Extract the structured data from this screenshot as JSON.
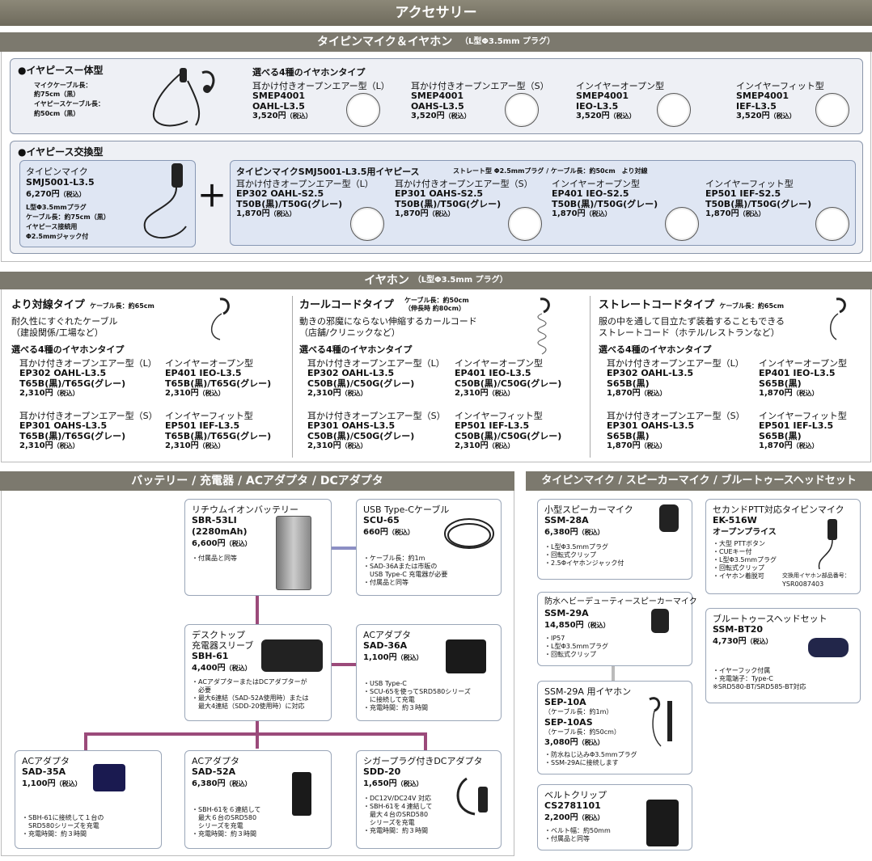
{
  "title": "アクセサリー",
  "sec1": {
    "title": "タイピンマイク＆イヤホン",
    "sub": "（L型Φ3.5mm プラグ）",
    "ittai": {
      "head": "●イヤピースー体型",
      "l1": "マイクケーブル長：",
      "l2": "約75cm（黒）",
      "l3": "イヤピースケーブル長：",
      "l4": "約50cm（黒）"
    },
    "choose": "選べる4種のイヤホンタイプ",
    "items": [
      {
        "type": "耳かけ付きオープンエアー型（L）",
        "m1": "SMEP4001",
        "m2": "OAHL-L3.5",
        "price": "3,520円",
        "tax": "（税込）"
      },
      {
        "type": "耳かけ付きオープンエアー型（S）",
        "m1": "SMEP4001",
        "m2": "OAHS-L3.5",
        "price": "3,520円",
        "tax": "（税込）"
      },
      {
        "type": "インイヤーオープン型",
        "m1": "SMEP4001",
        "m2": "IEO-L3.5",
        "price": "3,520円",
        "tax": "（税込）"
      },
      {
        "type": "インイヤーフィット型",
        "m1": "SMEP4001",
        "m2": "IEF-L3.5",
        "price": "3,520円",
        "tax": "（税込）"
      }
    ],
    "koukan": {
      "head": "●イヤピース交換型",
      "cat": "タイピンマイク",
      "model": "SMJ5001-L3.5",
      "price": "6,270円",
      "tax": "（税込）",
      "n1": "L型Φ3.5mmプラグ",
      "n2": "ケーブル長：約75cm（黒）",
      "n3": "イヤピース接続用",
      "n4": "Φ2.5mmジャック付",
      "plus": "＋",
      "rtitle": "タイピンマイクSMJ5001-L3.5用イヤピース",
      "rsub": "ストレート型 Φ2.5mmプラグ / ケーブル長：約50cm　より対線",
      "items": [
        {
          "type": "耳かけ付きオープンエアー型（L）",
          "m1": "EP302 OAHL-S2.5",
          "m2": "T50B(黒)/T50G(グレー)",
          "price": "1,870円",
          "tax": "（税込）"
        },
        {
          "type": "耳かけ付きオープンエアー型（S）",
          "m1": "EP301 OAHS-S2.5",
          "m2": "T50B(黒)/T50G(グレー)",
          "price": "1,870円",
          "tax": "（税込）"
        },
        {
          "type": "インイヤーオープン型",
          "m1": "EP401 IEO-S2.5",
          "m2": "T50B(黒)/T50G(グレー)",
          "price": "1,870円",
          "tax": "（税込）"
        },
        {
          "type": "インイヤーフィット型",
          "m1": "EP501 IEF-S2.5",
          "m2": "T50B(黒)/T50G(グレー)",
          "price": "1,870円",
          "tax": "（税込）"
        }
      ]
    }
  },
  "sec2": {
    "title": "イヤホン",
    "sub": "（L型Φ3.5mm プラグ）",
    "cols": [
      {
        "name": "より対線タイプ",
        "cable": "ケーブル長：約65cm",
        "d1": "耐久性にすぐれたケーブル",
        "d2": "（建設関係/工場など）",
        "choose": "選べる4種のイヤホンタイプ",
        "items": [
          {
            "type": "耳かけ付きオープンエアー型（L）",
            "m1": "EP302 OAHL-L3.5",
            "m2": "T65B(黒)/T65G(グレー)",
            "price": "2,310円",
            "tax": "（税込）"
          },
          {
            "type": "インイヤーオープン型",
            "m1": "EP401 IEO-L3.5",
            "m2": "T65B(黒)/T65G(グレー)",
            "price": "2,310円",
            "tax": "（税込）"
          },
          {
            "type": "耳かけ付きオープンエアー型（S）",
            "m1": "EP301 OAHS-L3.5",
            "m2": "T65B(黒)/T65G(グレー)",
            "price": "2,310円",
            "tax": "（税込）"
          },
          {
            "type": "インイヤーフィット型",
            "m1": "EP501 IEF-L3.5",
            "m2": "T65B(黒)/T65G(グレー)",
            "price": "2,310円",
            "tax": "（税込）"
          }
        ]
      },
      {
        "name": "カールコードタイプ",
        "cable": "ケーブル長：約50cm",
        "cable2": "（伸長時 約80cm）",
        "d1": "動きの邪魔にならない伸縮するカールコード",
        "d2": "（店舗/クリニックなど）",
        "choose": "選べる4種のイヤホンタイプ",
        "items": [
          {
            "type": "耳かけ付きオープンエアー型（L）",
            "m1": "EP302 OAHL-L3.5",
            "m2": "C50B(黒)/C50G(グレー)",
            "price": "2,310円",
            "tax": "（税込）"
          },
          {
            "type": "インイヤーオープン型",
            "m1": "EP401 IEO-L3.5",
            "m2": "C50B(黒)/C50G(グレー)",
            "price": "2,310円",
            "tax": "（税込）"
          },
          {
            "type": "耳かけ付きオープンエアー型（S）",
            "m1": "EP301 OAHS-L3.5",
            "m2": "C50B(黒)/C50G(グレー)",
            "price": "2,310円",
            "tax": "（税込）"
          },
          {
            "type": "インイヤーフィット型",
            "m1": "EP501 IEF-L3.5",
            "m2": "C50B(黒)/C50G(グレー)",
            "price": "2,310円",
            "tax": "（税込）"
          }
        ]
      },
      {
        "name": "ストレートコードタイプ",
        "cable": "ケーブル長：約65cm",
        "d1": "服の中を通して目立たず装着することもできる",
        "d2": "ストレートコード（ホテル/レストランなど）",
        "choose": "選べる4種のイヤホンタイプ",
        "items": [
          {
            "type": "耳かけ付きオープンエアー型（L）",
            "m1": "EP302 OAHL-L3.5",
            "m2": "S65B(黒)",
            "price": "1,870円",
            "tax": "（税込）"
          },
          {
            "type": "インイヤーオープン型",
            "m1": "EP401 IEO-L3.5",
            "m2": "S65B(黒)",
            "price": "1,870円",
            "tax": "（税込）"
          },
          {
            "type": "耳かけ付きオープンエアー型（S）",
            "m1": "EP301 OAHS-L3.5",
            "m2": "S65B(黒)",
            "price": "1,870円",
            "tax": "（税込）"
          },
          {
            "type": "インイヤーフィット型",
            "m1": "EP501 IEF-L3.5",
            "m2": "S65B(黒)",
            "price": "1,870円",
            "tax": "（税込）"
          }
        ]
      }
    ]
  },
  "sec3": {
    "title": "バッテリー / 充電器 / ACアダプタ / DCアダプタ",
    "batt": {
      "cat": "リチウムイオンバッテリー",
      "m1": "SBR-53LI",
      "m2": "(2280mAh)",
      "price": "6,600円",
      "tax": "（税込）",
      "note": "・付属品と同等"
    },
    "usb": {
      "cat": "USB Type-Cケーブル",
      "m1": "SCU-65",
      "price": "660円",
      "tax": "（税込）",
      "note": "・ケーブル長：約1m\n・SAD-36Aまたは市販の\n　USB Type-C 充電器が必要\n・付属品と同等"
    },
    "desk": {
      "cat": "デスクトップ",
      "cat2": "充電器スリーブ",
      "m1": "SBH-61",
      "price": "4,400円",
      "tax": "（税込）",
      "note": "・ACアダプターまたはDCアダプターが\n　必要\n・最大6連結（SAD-52A使用時）または\n　最大4連結（SDD-20使用時）に対応"
    },
    "ac36": {
      "cat": "ACアダプタ",
      "m1": "SAD-36A",
      "price": "1,100円",
      "tax": "（税込）",
      "note": "・USB Type-C\n・SCU-65を使ってSRD580シリーズ\n　に接続して充電\n・充電時間：約３時間"
    },
    "ac35": {
      "cat": "ACアダプタ",
      "m1": "SAD-35A",
      "price": "1,100円",
      "tax": "（税込）",
      "note": "・SBH-61に接続して１台の\n　SRD580シリーズを充電\n・充電時間：約３時間"
    },
    "ac52": {
      "cat": "ACアダプタ",
      "m1": "SAD-52A",
      "price": "6,380円",
      "tax": "（税込）",
      "note": "・SBH-61を６連結して\n　最大６台のSRD580\n　シリーズを充電\n・充電時間：約３時間"
    },
    "dc20": {
      "cat": "シガープラグ付きDCアダプタ",
      "m1": "SDD-20",
      "price": "1,650円",
      "tax": "（税込）",
      "note": "・DC12V/DC24V 対応\n・SBH-61を４連結して\n　最大４台のSRD580\n　シリーズを充電\n・充電時間：約３時間"
    }
  },
  "sec4": {
    "title": "タイピンマイク / スピーカーマイク / ブルートゥースヘッドセット",
    "ssm28": {
      "cat": "小型スピーカーマイク",
      "m1": "SSM-28A",
      "price": "6,380円",
      "tax": "（税込）",
      "note": "・L型Φ3.5mmプラグ\n・回転式クリップ\n・2.5Φイヤホンジャック付"
    },
    "ek": {
      "cat": "セカンドPTT対応タイピンマイク",
      "m1": "EK-516W",
      "m2": "オープンプライス",
      "note": "・大型 PTTボタン\n・CUEキー付\n・L型Φ3.5mmプラグ\n・回転式クリップ\n・イヤホン着脱可",
      "rep": "交換用イヤホン部品番号：",
      "repno": "YSR0087403"
    },
    "ssm29": {
      "cat": "防水ヘビーデューティースピーカーマイク",
      "m1": "SSM-29A",
      "price": "14,850円",
      "tax": "（税込）",
      "note": "・IP57\n・L型Φ3.5mmプラグ\n・回転式クリップ"
    },
    "bt": {
      "cat": "ブルートゥースヘッドセット",
      "m1": "SSM-BT20",
      "price": "4,730円",
      "tax": "（税込）",
      "note": "・イヤーフック付属\n・充電端子：Type-C\n※SRD580-BT/SRD585-BT対応"
    },
    "sep": {
      "cat": "SSM-29A 用イヤホン",
      "m1": "SEP-10A",
      "c1": "（ケーブル長：約1m）",
      "m2": "SEP-10AS",
      "c2": "（ケーブル長：約50cm）",
      "price": "3,080円",
      "tax": "（税込）",
      "note": "・防水ねじ込みΦ3.5mmプラグ\n・SSM-29Aに接続します"
    },
    "clip": {
      "cat": "ベルトクリップ",
      "m1": "CS2781101",
      "price": "2,200円",
      "tax": "（税込）",
      "note": "・ベルト幅：約50mm\n・付属品と同等"
    }
  }
}
